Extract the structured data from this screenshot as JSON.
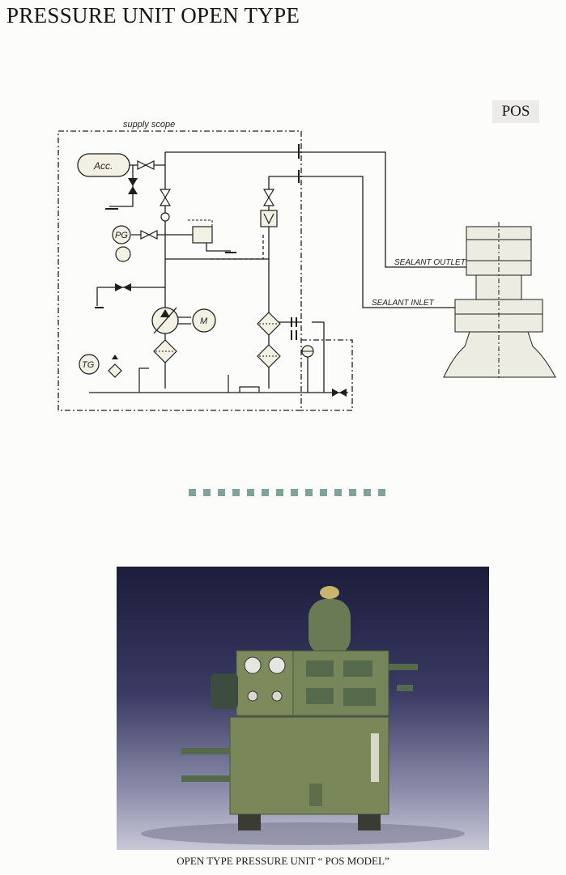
{
  "page": {
    "title": "PRESSURE UNIT OPEN TYPE",
    "model_badge": "POS",
    "caption": "OPEN TYPE PRESSURE UNIT “ POS MODEL”"
  },
  "diagram": {
    "scope_label": "supply scope",
    "accumulator": "Acc.",
    "pressure_gauge": "PG",
    "motor": "M",
    "temperature_gauge": "TG",
    "sealant_outlet": "SEALANT OUTLET",
    "sealant_inlet": "SEALANT INLET"
  },
  "colors": {
    "line": "#1e1e1e",
    "component_fill": "#f3f1e4",
    "separator": "#7ea49a",
    "unit_paint": "#7d8a5c"
  }
}
